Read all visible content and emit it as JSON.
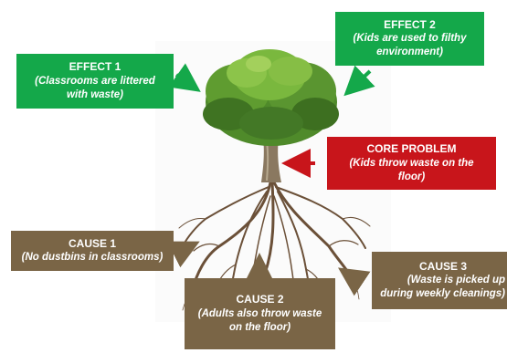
{
  "effect1": {
    "heading": "EFFECT 1",
    "line1": "(Classrooms are littered",
    "line2": "with waste)"
  },
  "effect2": {
    "heading": "EFFECT 2",
    "line1": "(Kids are used to filthy",
    "line2": "environment)"
  },
  "core": {
    "heading": "CORE PROBLEM",
    "line1": "(Kids throw waste on the",
    "line2": "floor)"
  },
  "cause1": {
    "heading": "CAUSE 1",
    "line1": "(No dustbins in classrooms)"
  },
  "cause2": {
    "heading": "CAUSE 2",
    "line1": "(Adults also throw waste",
    "line2": "on the floor)"
  },
  "cause3": {
    "heading": "CAUSE 3",
    "line1": "(Waste is picked up",
    "line2": "during weekly cleanings)"
  },
  "colors": {
    "effect": "#14a84a",
    "core": "#c8151b",
    "cause": "#7a6546"
  }
}
